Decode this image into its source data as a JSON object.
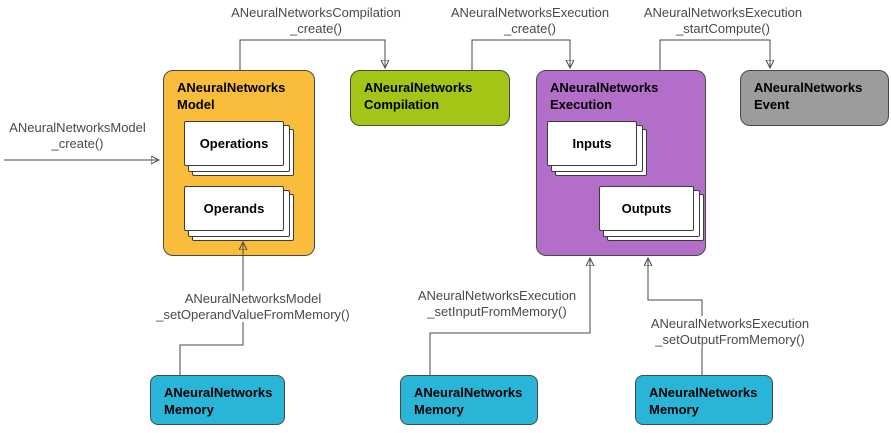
{
  "nodes": {
    "model": {
      "title": "ANeuralNetworks\nModel",
      "stacks": [
        {
          "label": "Operations"
        },
        {
          "label": "Operands"
        }
      ]
    },
    "compilation": {
      "title": "ANeuralNetworks\nCompilation"
    },
    "execution": {
      "title": "ANeuralNetworks\nExecution",
      "stacks": [
        {
          "label": "Inputs"
        },
        {
          "label": "Outputs"
        }
      ]
    },
    "event": {
      "title": "ANeuralNetworks\nEvent"
    },
    "memory1": {
      "title": "ANeuralNetworks\nMemory"
    },
    "memory2": {
      "title": "ANeuralNetworks\nMemory"
    },
    "memory3": {
      "title": "ANeuralNetworks\nMemory"
    }
  },
  "labels": {
    "model_create": "ANeuralNetworksModel\n_create()",
    "compilation_create": "ANeuralNetworksCompilation\n_create()",
    "execution_create": "ANeuralNetworksExecution\n_create()",
    "start_compute": "ANeuralNetworksExecution\n_startCompute()",
    "set_operand_value": "ANeuralNetworksModel\n_setOperandValueFromMemory()",
    "set_input": "ANeuralNetworksExecution\n_setInputFromMemory()",
    "set_output": "ANeuralNetworksExecution\n_setOutputFromMemory()"
  },
  "colors": {
    "model": "#F9BD3B",
    "compilation": "#A2C516",
    "execution": "#B26EC8",
    "event": "#9C9C9C",
    "memory": "#28B5D8",
    "line": "#4A4A4A"
  }
}
